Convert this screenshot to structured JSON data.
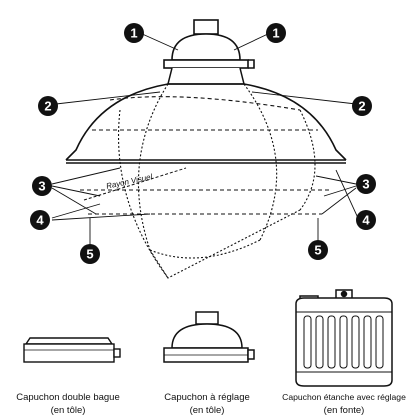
{
  "colors": {
    "ink": "#111111",
    "badge": "#111111",
    "badge_text": "#ffffff",
    "background": "#ffffff"
  },
  "callouts": [
    {
      "id": "c1l",
      "number": "1"
    },
    {
      "id": "c1r",
      "number": "1"
    },
    {
      "id": "c2l",
      "number": "2"
    },
    {
      "id": "c2r",
      "number": "2"
    },
    {
      "id": "c3l",
      "number": "3"
    },
    {
      "id": "c3r",
      "number": "3"
    },
    {
      "id": "c4l",
      "number": "4"
    },
    {
      "id": "c4r",
      "number": "4"
    },
    {
      "id": "c5l",
      "number": "5"
    },
    {
      "id": "c5r",
      "number": "5"
    }
  ],
  "rayon_label": "Rayon Visuel",
  "captions": [
    {
      "line1": "Capuchon double bague",
      "line2": "(en tôle)"
    },
    {
      "line1": "Capuchon à réglage",
      "line2": "(en tôle)"
    },
    {
      "line1": "Capuchon étanche avec réglage",
      "line2": "(en fonte)"
    }
  ]
}
